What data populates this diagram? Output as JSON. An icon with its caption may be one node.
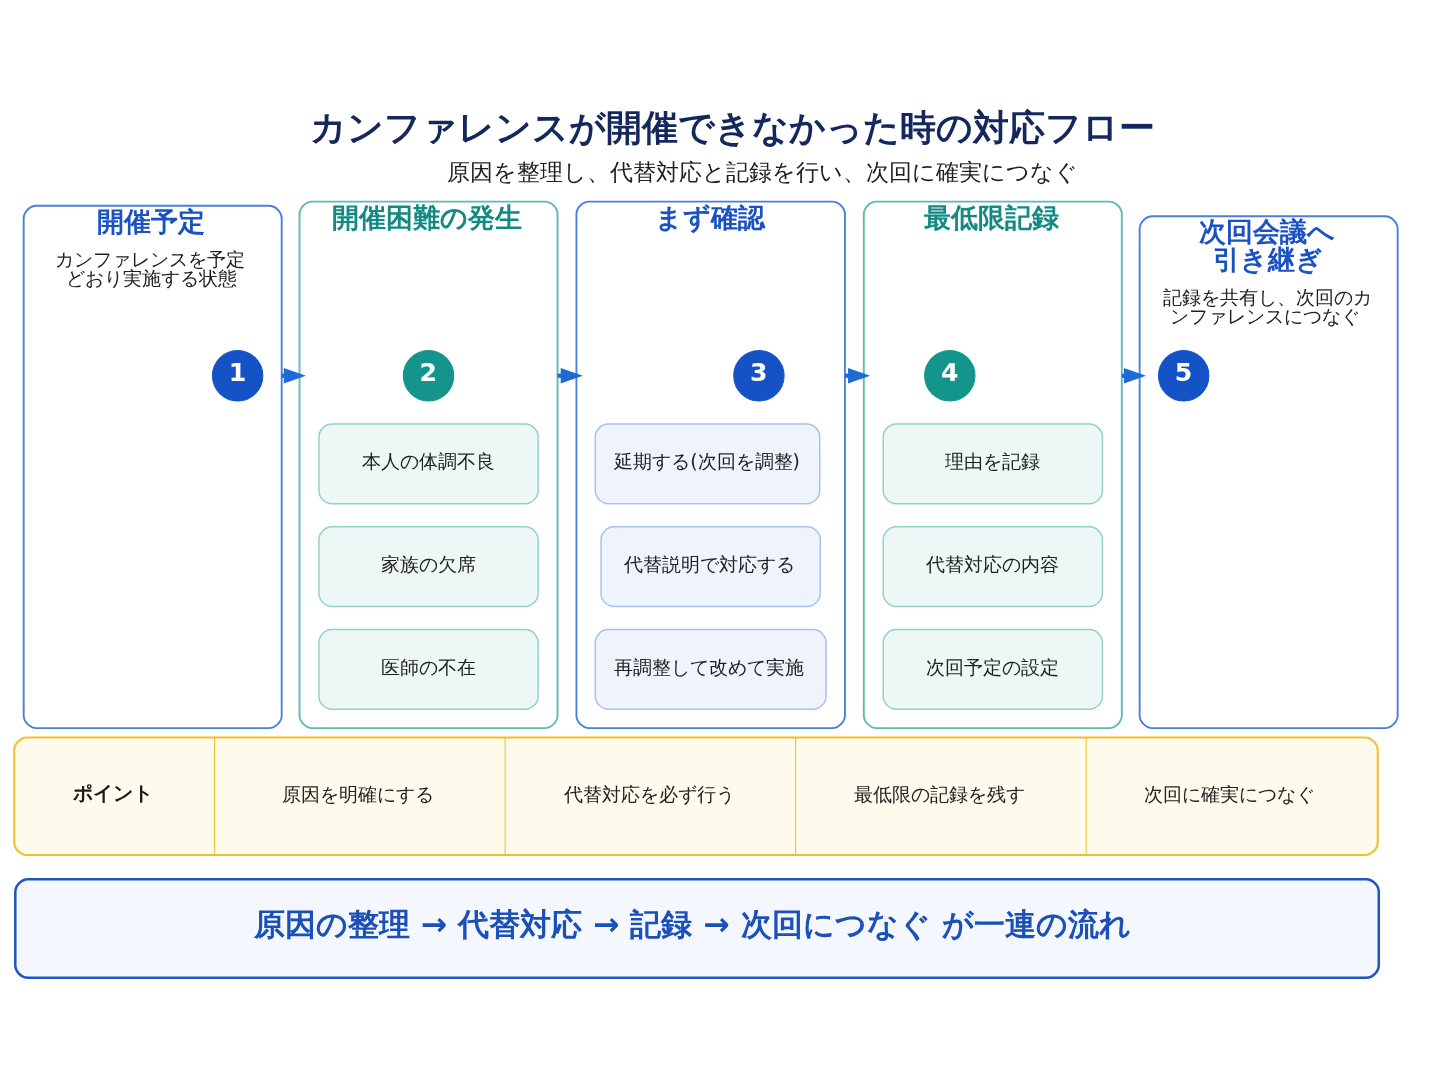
{
  "diagram": {
    "title": "カンファレンスが開催できなかった時の対応フロー",
    "nodes": [
      {
        "text": [
          "開催予定",
          "カンファレンスを予定どおり実施する状態"
        ]
      },
      {
        "text": [
          "1"
        ],
        "in": 0
      },
      {
        "text": [
          "開催困難の発生"
        ]
      },
      {
        "text": [
          "2"
        ],
        "in": 2
      },
      {
        "text": [
          "本人の体調不良"
        ],
        "in": 2
      },
      {
        "text": [
          "家族の欠席"
        ],
        "in": 2
      },
      {
        "text": [
          "医師の不在"
        ],
        "in": 2
      },
      {
        "text": [
          "まず確認"
        ]
      },
      {
        "text": [
          "3"
        ],
        "in": 7
      },
      {
        "text": [
          "延期する(次回を調整)"
        ],
        "in": 7
      },
      {
        "text": [
          "代替説明で対応する"
        ],
        "in": 7
      },
      {
        "text": [
          "再調整して改めて実施"
        ],
        "in": 7
      },
      {
        "text": [
          "最低限記録"
        ]
      },
      {
        "text": [
          "4"
        ],
        "in": 12
      },
      {
        "text": [
          "理由を記録"
        ],
        "in": 12
      },
      {
        "text": [
          "代替対応の内容"
        ],
        "in": 12
      },
      {
        "text": [
          "次回予定の設定"
        ],
        "in": 12
      },
      {
        "text": [
          "次回会議へ引き継ぎ",
          "記録を共有し、次回のカンファレンスにつなぐ"
        ]
      },
      {
        "text": [
          "5"
        ],
        "in": 17
      },
      {
        "text": [
          "ポイント",
          "原因を明確にする",
          "代替対応を必ず行う",
          "最低限の記録を残す",
          "次回に確実につなぐ"
        ]
      },
      {
        "text": [
          "原因の整理 → 代替対応 → 記録 → 次回につなぐ が一連の流れ"
        ]
      }
    ],
    "edges": [
      {
        "from": 0,
        "to": 2,
        "arrow": "to"
      },
      {
        "from": 2,
        "to": 7,
        "arrow": "to"
      },
      {
        "from": 7,
        "to": 12,
        "arrow": "to"
      },
      {
        "from": 12,
        "to": 17,
        "arrow": "to"
      }
    ],
    "labels": [
      "原因を整理し、代替対応と記録を行い、次回に確実につなぐ"
    ]
  }
}
